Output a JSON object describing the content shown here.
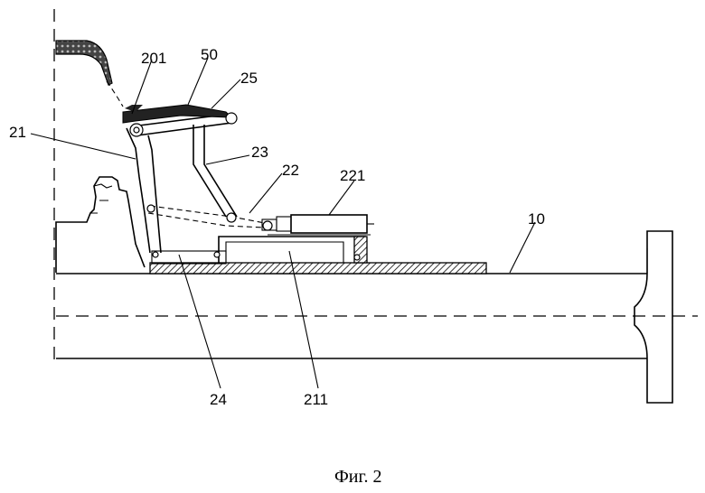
{
  "figure": {
    "caption": "Фиг. 2",
    "labels": {
      "l201": "201",
      "l50": "50",
      "l25": "25",
      "l21": "21",
      "l23": "23",
      "l22": "22",
      "l221": "221",
      "l10": "10",
      "l24": "24",
      "l211": "211"
    }
  }
}
